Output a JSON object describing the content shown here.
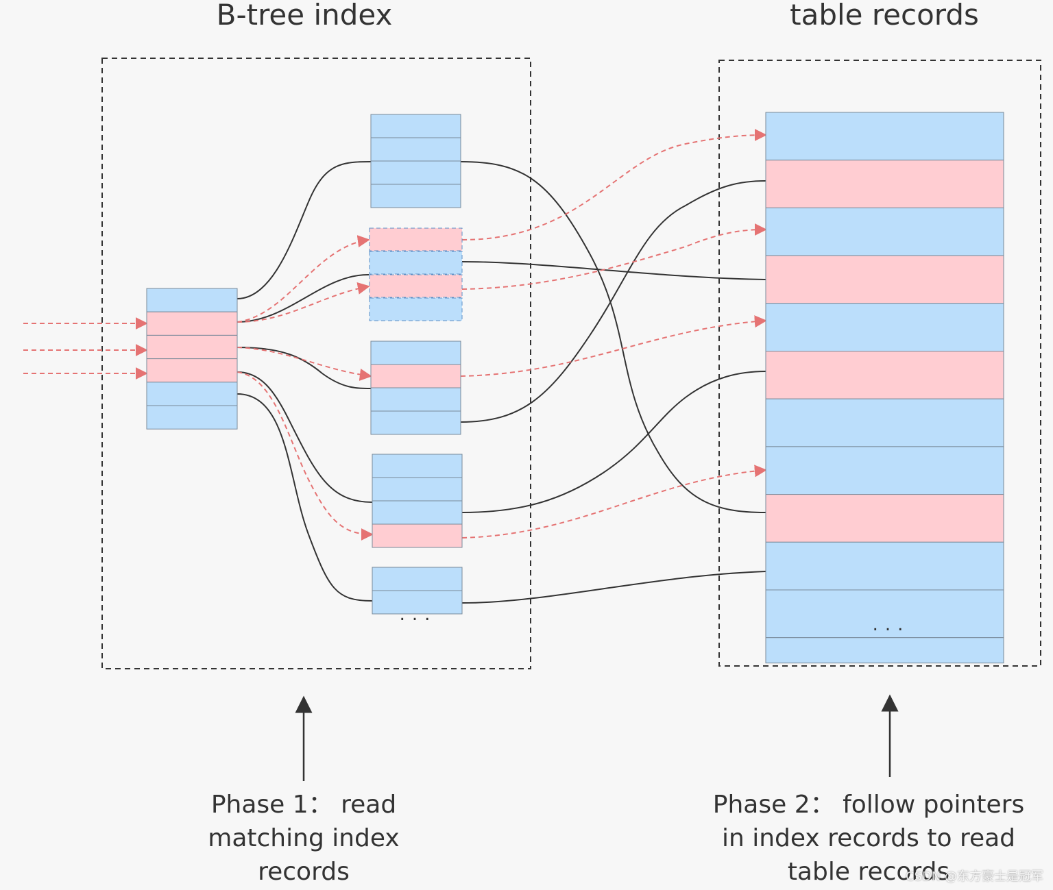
{
  "titles": {
    "index": "B-tree index",
    "records": "table records"
  },
  "ellipsis": {
    "index": "...",
    "records": "..."
  },
  "captions": {
    "phase1": [
      "Phase 1： read",
      "matching index",
      "records"
    ],
    "phase2": [
      "Phase 2： follow pointers",
      "in index records to read",
      "table records"
    ]
  },
  "watermark": "CSDN @东方豪士是冠军",
  "colors": {
    "match": "#ffcdd2",
    "other": "#bbdefb",
    "pointer": "#333333",
    "scan": "#e57373",
    "frame": "#333333"
  }
}
